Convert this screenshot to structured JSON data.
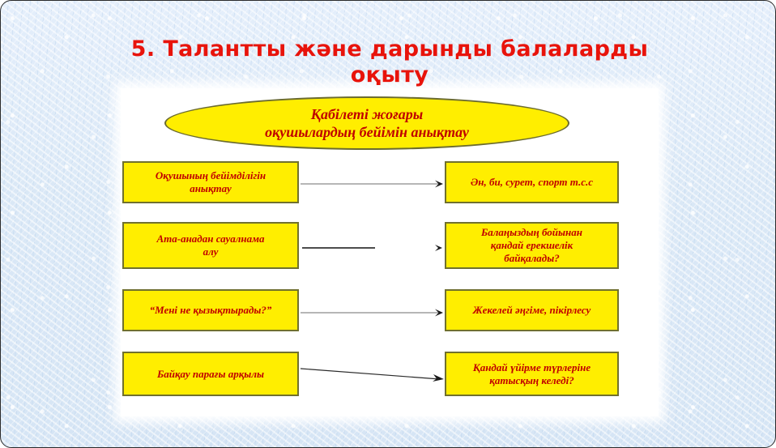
{
  "slide": {
    "title_lines": [
      "5. Талантты және дарынды балаларды",
      "оқыту"
    ],
    "title_color": "#e8130b",
    "background_color": "#dbe9f7",
    "panel_color": "#ffffff"
  },
  "diagram": {
    "header": {
      "shape": "oval",
      "fill_color": "#ffee00",
      "border_color": "#6b6b2f",
      "text_color": "#c00000",
      "lines": [
        "Қабілеті жоғары",
        "оқушылардың бейімін анықтау"
      ]
    },
    "box_fill_color": "#ffee00",
    "box_border_color": "#70702e",
    "box_text_color": "#c00000",
    "rows": [
      {
        "left": {
          "lines": [
            "Оқушының бейімділігін",
            "анықтау"
          ]
        },
        "connector": {
          "style": "solid-arrow",
          "color": "#8a8a8a"
        },
        "right": {
          "lines": [
            "Ән, би, сурет, спорт т.с.с"
          ]
        }
      },
      {
        "left": {
          "lines": [
            "Ата-анадан сауалнама",
            "алу"
          ]
        },
        "connector": {
          "style": "broken-arrow",
          "color": "#111111"
        },
        "right": {
          "lines": [
            "Балаңыздың бойынан",
            "қандай ерекшелік",
            "байқалады?"
          ]
        }
      },
      {
        "left": {
          "lines": [
            "“Мені не қызықтырады?”"
          ]
        },
        "connector": {
          "style": "solid-arrow",
          "color": "#8a8a8a"
        },
        "right": {
          "lines": [
            "Жекелей әңгіме, пікірлесу"
          ]
        }
      },
      {
        "left": {
          "lines": [
            "Байқау парағы арқылы"
          ]
        },
        "connector": {
          "style": "sloped-arrow",
          "color": "#2a2a2a"
        },
        "right": {
          "lines": [
            "Қандай үйірме түрлеріне",
            "қатысқың келеді?"
          ]
        }
      }
    ]
  }
}
